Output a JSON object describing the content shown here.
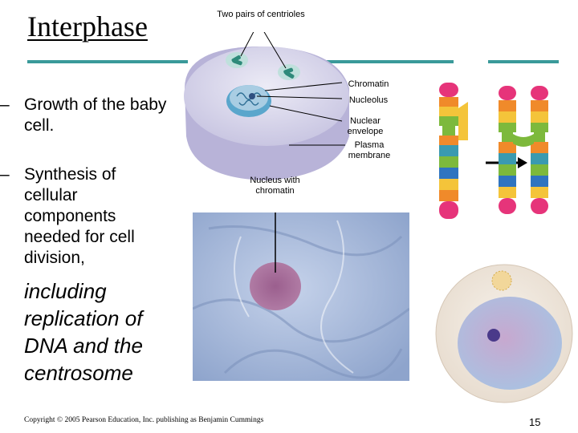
{
  "slide": {
    "title": "Interphase",
    "bullets": [
      {
        "dash": "–",
        "text": "Growth of the baby cell."
      },
      {
        "dash": "–",
        "text": "Synthesis of cellular components needed for cell division,"
      }
    ],
    "emphasis": "including replication of DNA and the centrosome",
    "footer": "Copyright © 2005 Pearson Education, Inc. publishing as Benjamin Cummings",
    "page_number": "15"
  },
  "diagram": {
    "labels": {
      "centrioles": "Two pairs of centrioles",
      "chromatin": "Chromatin",
      "nucleolus": "Nucleolus",
      "nuclear_envelope": "Nuclear envelope",
      "plasma_membrane": "Plasma membrane",
      "nucleus_with_chromatin": "Nucleus with chromatin"
    }
  },
  "colors": {
    "accent_rule": "#3a9a9a",
    "cell_body": "#d9d7ec",
    "nucleus": "#a9cde3",
    "micrograph_bg": "#9fb4d6",
    "stained_nucleus": "#8d5a8a",
    "arrow": "#000000"
  }
}
